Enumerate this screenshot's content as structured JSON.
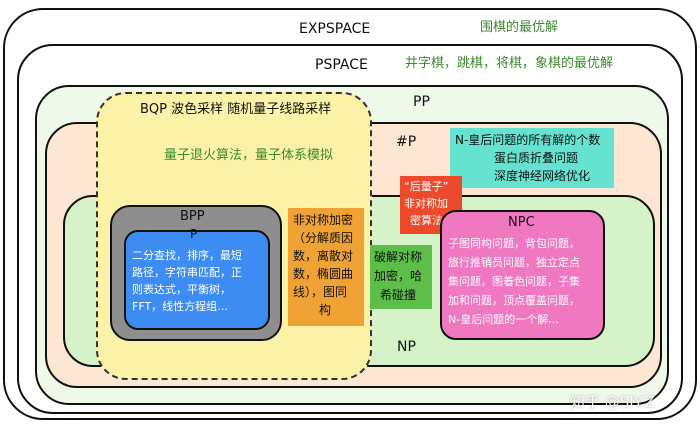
{
  "sets": {
    "expspace": {
      "label": "EXPSPACE",
      "example": "围棋的最优解"
    },
    "pspace": {
      "label": "PSPACE",
      "example": "井字棋，跳棋，将棋，象棋的最优解"
    },
    "pp": {
      "label": "PP"
    },
    "sharp_p": {
      "label": "#P",
      "examples": [
        "N-皇后问题的所有解的个数",
        "蛋白质折叠问题",
        "深度神经网络优化"
      ]
    },
    "bqp": {
      "label": "BQP 波色采样  随机量子线路采样",
      "example": "量子退火算法，量子体系模拟"
    },
    "np": {
      "label": "NP"
    },
    "bpp": {
      "label": "BPP"
    },
    "p": {
      "label": "P",
      "examples": [
        "二分查找，排序，最短",
        "路径，字符串匹配，正",
        "则表达式，平衡树，",
        "FFT，线性方程组…"
      ]
    },
    "npc": {
      "label": "NPC",
      "examples": [
        "子图同构问题，背包问题，",
        "旅行推销员问题，独立定点",
        "集问题，图着色问题，子集",
        "加和问题，顶点覆盖问题，",
        "N-皇后问题的一个解…"
      ]
    }
  },
  "callouts": {
    "asymmetric": [
      "非对称加密",
      "（分解质因",
      "数，离散对",
      "数，椭圆曲",
      "线），图同",
      "构"
    ],
    "post_quantum": [
      "“后量子”",
      "非对称加",
      "密算法"
    ],
    "crack": [
      "破解对称",
      "加密，哈",
      "希碰撞"
    ]
  },
  "watermark": "知乎 @SIY.Z",
  "colors": {
    "outline": "#111111",
    "pp_fill": "#eff9ea",
    "sharp_p_fill": "#fde7d2",
    "bqp_fill": "#fbf2a8",
    "np_fill": "#d5f2c9",
    "bpp_fill": "#8e8e8e",
    "p_fill": "#3d8cf2",
    "npc_fill": "#ef78c0",
    "orange": "#f0a234",
    "red": "#ec4a2c",
    "green": "#5dbf4a",
    "cyan": "#65e3d0",
    "green_text": "#3e8a2f"
  }
}
